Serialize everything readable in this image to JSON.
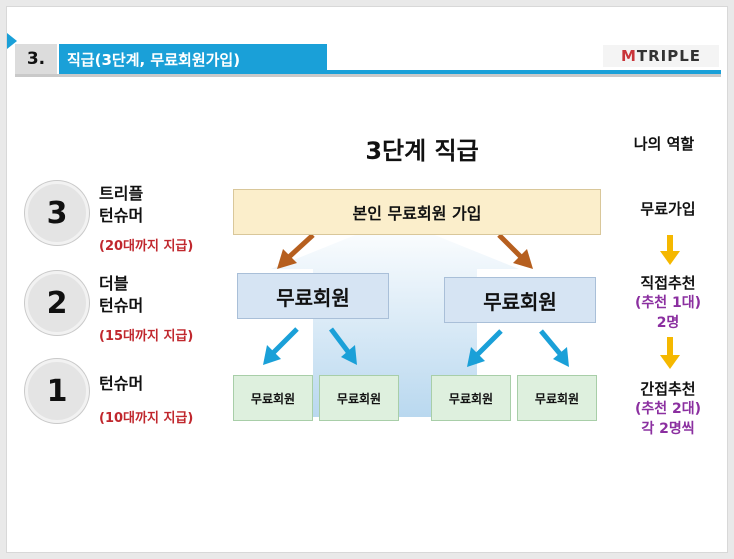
{
  "header": {
    "section_num": "3.",
    "title": "직급(3단계, 무료회원가입)",
    "logo_m": "M",
    "logo_rest": "TRIPLE"
  },
  "main_title": "3단계 직급",
  "role_heading": "나의 역할",
  "levels": [
    {
      "num": "3",
      "name_l1": "트리플",
      "name_l2": "턴슈머",
      "pay": "(20대까지 지급)"
    },
    {
      "num": "2",
      "name_l1": "더블",
      "name_l2": "턴슈머",
      "pay": "(15대까지 지급)"
    },
    {
      "num": "1",
      "name_l1": "턴슈머",
      "name_l2": "",
      "pay": "(10대까지 지급)"
    }
  ],
  "diagram": {
    "top": "본인 무료회원 가입",
    "mid": [
      "무료회원",
      "무료회원"
    ],
    "low": [
      "무료회원",
      "무료회원",
      "무료회원",
      "무료회원"
    ]
  },
  "roles": [
    {
      "a": "무료가입",
      "b": "",
      "c": ""
    },
    {
      "a": "직접추천",
      "b": "(추천 1대)",
      "c": "2명"
    },
    {
      "a": "간접추천",
      "b": "(추천 2대)",
      "c": "각 2명씩"
    }
  ],
  "colors": {
    "accent": "#1aa0d8",
    "arrow_brown": "#b65f1f",
    "arrow_blue": "#1aa0d8",
    "arrow_yellow": "#f5b800",
    "pay_red": "#c0272d",
    "role_purple": "#8b2fa0"
  }
}
